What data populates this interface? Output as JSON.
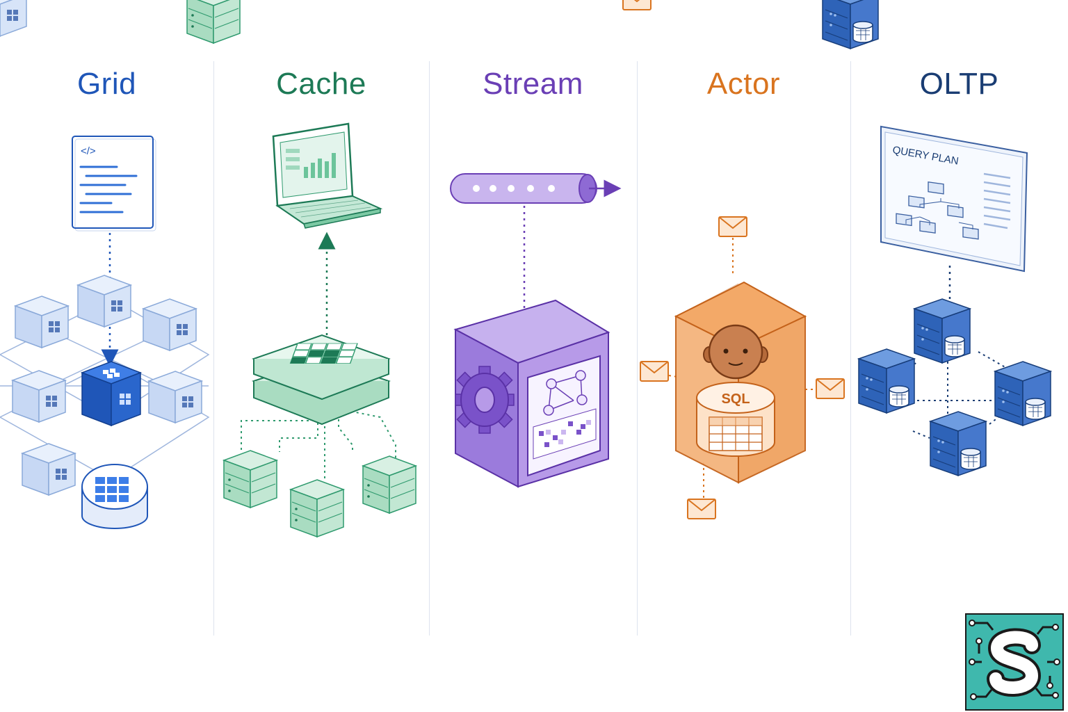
{
  "panels": [
    {
      "title": "Grid",
      "color": "#1f56b8"
    },
    {
      "title": "Cache",
      "color": "#1d7a56"
    },
    {
      "title": "Stream",
      "color": "#6a3fb5"
    },
    {
      "title": "Actor",
      "color": "#d9741f"
    },
    {
      "title": "OLTP",
      "color": "#1a3d73"
    }
  ],
  "grid": {
    "code_glyph": "</>"
  },
  "actor": {
    "db_label": "SQL"
  },
  "oltp": {
    "screen_title": "QUERY PLAN"
  },
  "logo": {
    "letter": "S"
  }
}
